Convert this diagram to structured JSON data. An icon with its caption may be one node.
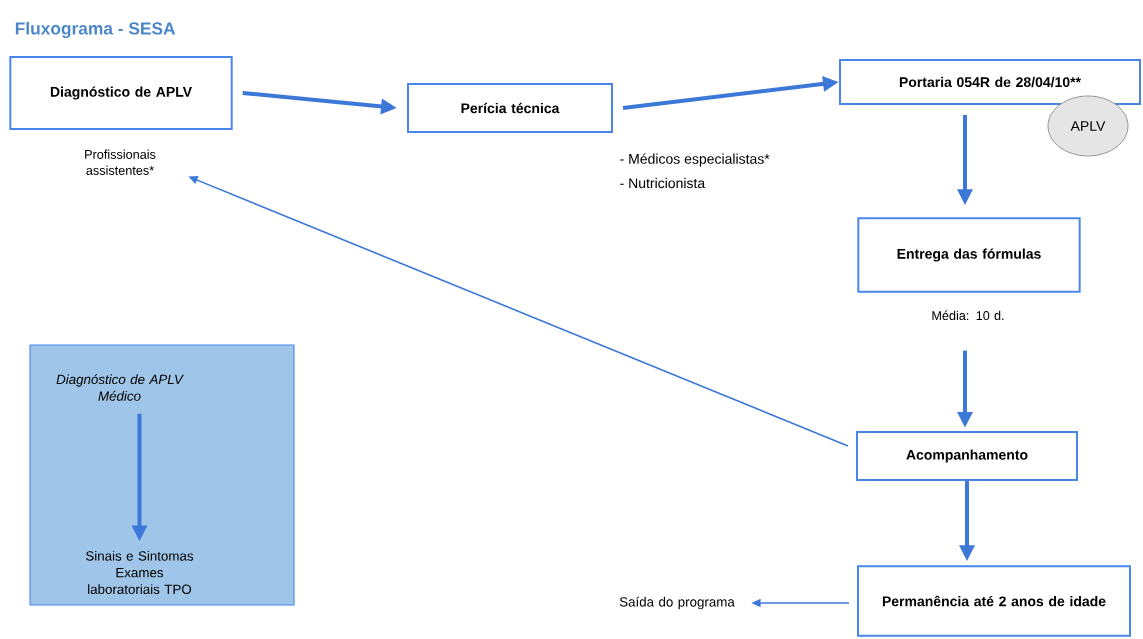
{
  "diagram": {
    "title": "Fluxograma - SESA",
    "nodes": [
      {
        "text": [
          "Diagnóstico  de APLV"
        ],
        "beside": [
          "Profissionais assistentes*"
        ]
      },
      {
        "text": [
          "Perícia técnica"
        ],
        "beside": [
          "-      Médicos especialistas*",
          "-      Nutricionista"
        ]
      },
      {
        "text": [
          "Portaria 054R de 28/04/10**"
        ]
      },
      {
        "text": [
          "APLV"
        ]
      },
      {
        "text": [
          "Entrega das fórmulas"
        ],
        "beside": [
          "Média: 10 d."
        ]
      },
      {
        "text": [
          "Acompanhamento"
        ]
      },
      {
        "text": [
          "Permanência até 2 anos de idade"
        ]
      },
      {
        "text": [
          "Saída do programa"
        ]
      },
      {
        "text": [],
        "shape": "box"
      },
      {
        "text": [
          "Diagnóstico de APLV",
          "Médico"
        ],
        "in": 8
      },
      {
        "text": [
          "Sinais e Sintomas Exames laboratoriais TPO"
        ],
        "in": 8
      }
    ],
    "edges": [
      {
        "from": 0,
        "to": 1,
        "arrow": "to"
      },
      {
        "from": 1,
        "to": 2,
        "arrow": "to"
      },
      {
        "from": 2,
        "to": 4,
        "arrow": "to"
      },
      {
        "from": 4,
        "to": 5,
        "arrow": "to"
      },
      {
        "from": 5,
        "to": 0,
        "arrow": "to"
      },
      {
        "from": 5,
        "to": 6,
        "arrow": "to"
      },
      {
        "from": 6,
        "to": 7,
        "arrow": "to"
      },
      {
        "from": 9,
        "to": 10,
        "arrow": "to"
      }
    ]
  }
}
